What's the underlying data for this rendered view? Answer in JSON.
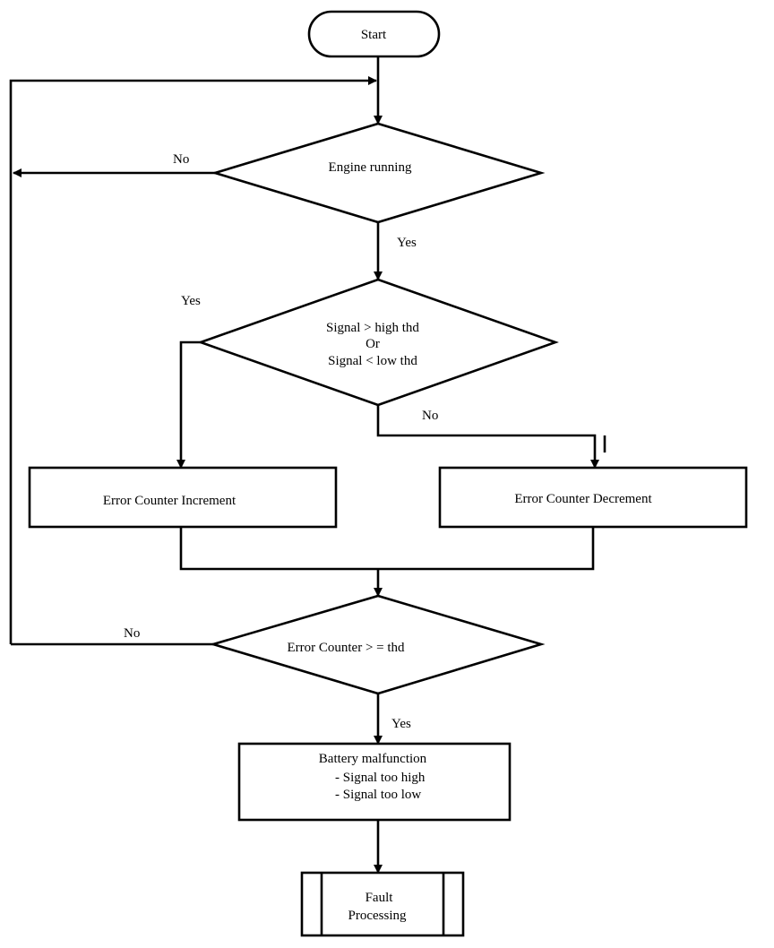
{
  "nodes": {
    "start": "Start",
    "engine_running": "Engine running",
    "signal_check": [
      "Signal > high thd",
      "Or",
      "Signal < low thd"
    ],
    "error_increment": "Error Counter Increment",
    "error_decrement": "Error Counter Decrement",
    "counter_check": "Error Counter > = thd",
    "battery_malfunction": [
      "Battery malfunction",
      "- Signal too high",
      "-  Signal too low"
    ],
    "fault_processing": [
      "Fault",
      "Processing"
    ]
  },
  "edge_labels": {
    "engine_no": "No",
    "engine_yes": "Yes",
    "signal_yes": "Yes",
    "signal_no": "No",
    "counter_no": "No",
    "counter_yes": "Yes"
  }
}
